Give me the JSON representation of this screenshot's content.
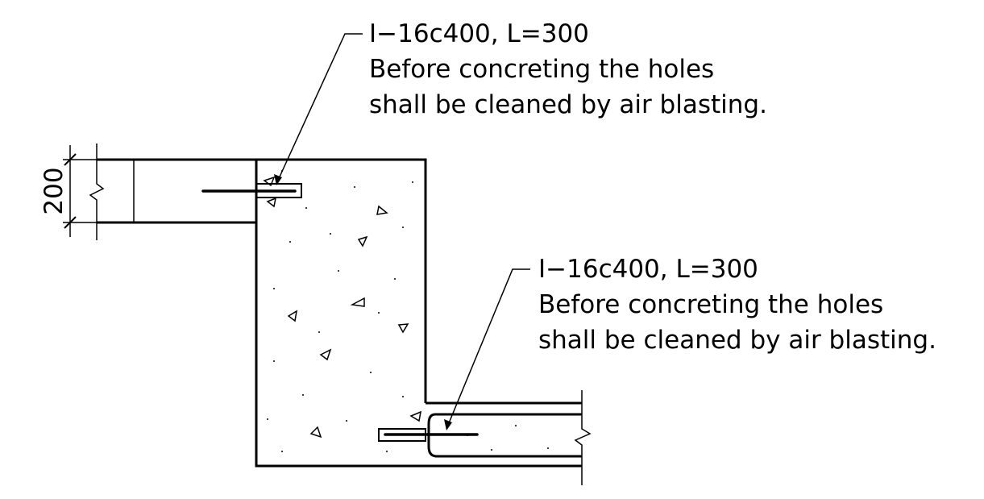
{
  "drawing": {
    "top_note": {
      "line1": "I−16c400, L=300",
      "line2": "Before concreting the holes",
      "line3": "shall be cleaned by air blasting."
    },
    "bottom_note": {
      "line1": "I−16c400, L=300",
      "line2": "Before concreting the holes",
      "line3": "shall be cleaned by air blasting."
    },
    "dimension": {
      "value": "200"
    }
  }
}
